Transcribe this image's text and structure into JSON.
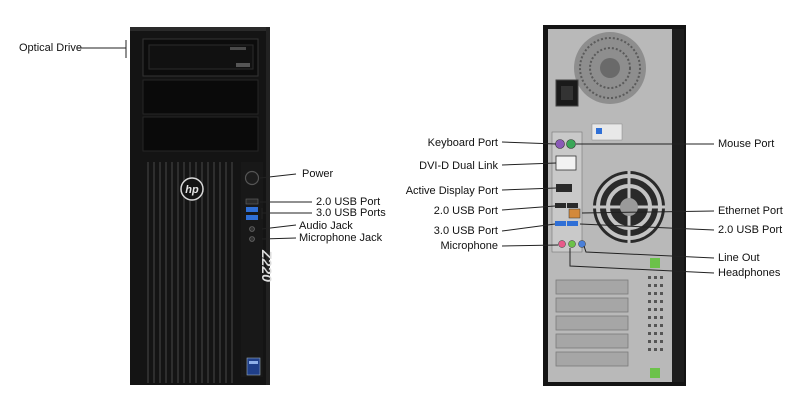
{
  "front_labels": {
    "optical_drive": "Optical Drive",
    "power": "Power",
    "usb20_port": "2.0 USB Port",
    "usb30_ports": "3.0 USB Ports",
    "audio_jack": "Audio Jack",
    "microphone_jack": "Microphone Jack"
  },
  "rear_left_labels": {
    "keyboard_port": "Keyboard Port",
    "dvi_d": "DVI-D Dual Link",
    "active_display_port": "Active Display Port",
    "usb20_port": "2.0 USB Port",
    "usb30_port": "3.0 USB Port",
    "microphone": "Microphone"
  },
  "rear_right_labels": {
    "mouse_port": "Mouse Port",
    "ethernet_port": "Ethernet Port",
    "usb20_port": "2.0 USB Port",
    "line_out": "Line Out",
    "headphones": "Headphones"
  },
  "branding": {
    "logo": "hp",
    "model": "Z220"
  },
  "colors": {
    "chassis": "#141414",
    "rear_panel": "#b9b9b9",
    "usb3_blue": "#2f6fd6",
    "mic_pink": "#e85a8a",
    "lineout_green": "#6cc24a",
    "leader_line": "#222222"
  }
}
